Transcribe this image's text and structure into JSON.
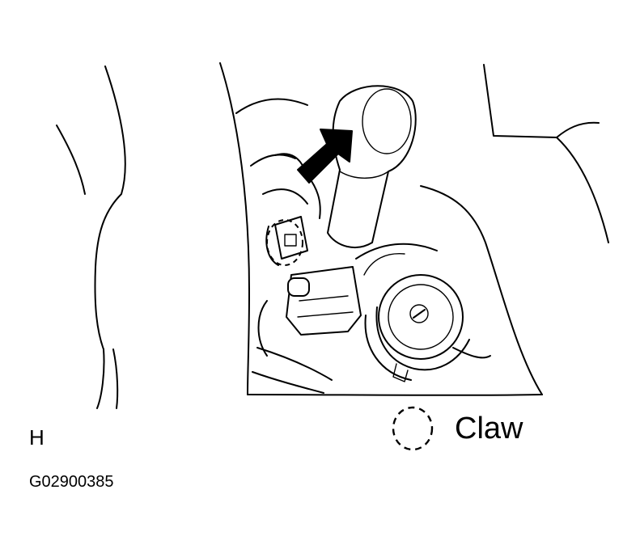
{
  "legend": {
    "claw_label": "Claw"
  },
  "view_letter": "H",
  "figure_code": "G02900385",
  "colors": {
    "line": "#000000",
    "background": "#ffffff"
  }
}
